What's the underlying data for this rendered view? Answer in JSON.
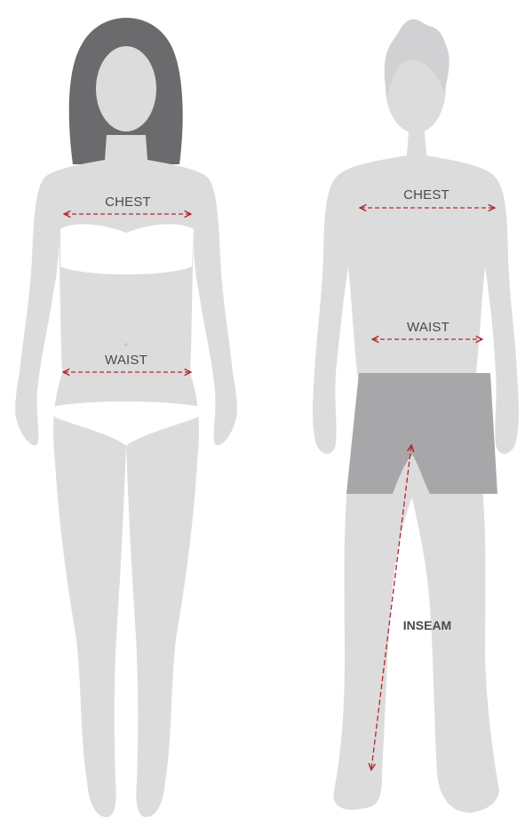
{
  "figures": {
    "woman": {
      "chest_label": "CHEST",
      "waist_label": "WAIST"
    },
    "man": {
      "chest_label": "CHEST",
      "waist_label": "WAIST",
      "inseam_label": "INSEAM"
    }
  },
  "colors": {
    "body": "#dcdcdd",
    "hair_woman": "#6b6b6d",
    "garment_woman": "#ffffff",
    "garment_man": "#a7a7a9",
    "measure_line": "#b5262b",
    "label_text": "#4a4a4a"
  }
}
